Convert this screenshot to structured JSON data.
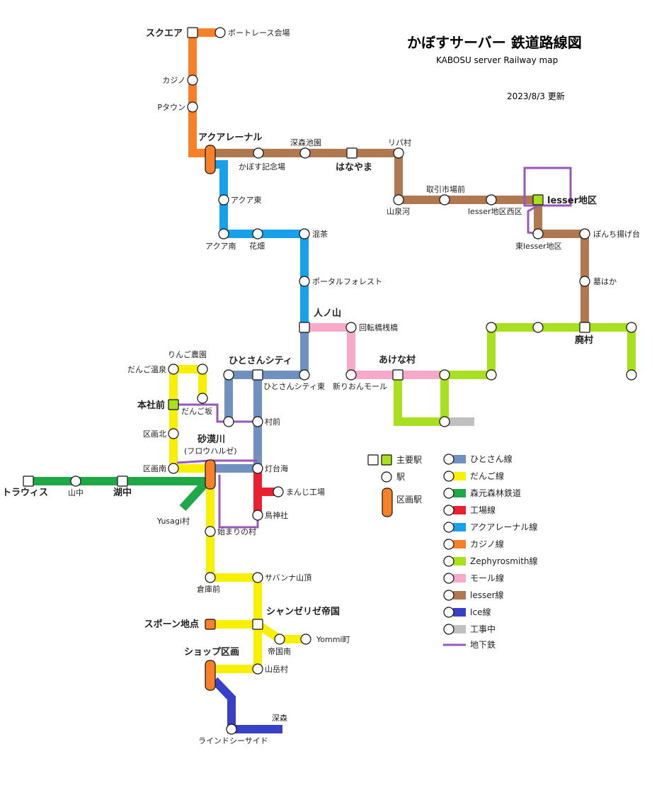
{
  "title": "かぼすサーバー 鉄道路線図",
  "subtitle": "KABOSU server Railway map",
  "updated": "2023/8/3 更新",
  "colors": {
    "hitosan": "#7090c0",
    "dango": "#f8f000",
    "shinrin": "#20a848",
    "kojo": "#e82030",
    "aqua": "#18a0e8",
    "casino": "#f88028",
    "zephyro": "#a8e020",
    "mall": "#f8a8c8",
    "lesser": "#b07850",
    "ice": "#3840c8",
    "construction": "#c0c0c0",
    "subway": "#9858b8"
  },
  "stations": {
    "square": "スクエア",
    "boatrace": "ボートレース会場",
    "casino": "カジノ",
    "ptown": "Pタウン",
    "aquarena": "アクアレーナル",
    "kabosu_kinen": "かぼす記念場",
    "fukamori_chien": "深森池園",
    "hanayama": "はなやま",
    "ripa": "リパ村",
    "sanizumi": "山泉河",
    "torihiki": "取引市場前",
    "lesser_nishi": "lesser地区西区",
    "lesser": "lesser地区",
    "higashi_lesser": "東lesser地区",
    "ponchi": "ぽんち揚げ台",
    "hakahaka": "墓はか",
    "haison": "廃村",
    "aqua_higashi": "アクア東",
    "aqua_minami": "アクア南",
    "hanabatake": "花畑",
    "kon": "混茶",
    "portal": "ポータルフォレスト",
    "hitonoyama": "人ノ山",
    "kaiten": "回転橋桟橋",
    "akena": "あけな村",
    "shinri_on": "新りおんモール",
    "hitosan_city": "ひとさんシティ",
    "hitosan_east": "ひとさんシティ東",
    "muramae": "村前",
    "toudaikai": "灯台海",
    "manji": "まんじ工場",
    "torijinja": "鳥神社",
    "ringo": "りんご農園",
    "dango_onsen": "だんご温泉",
    "honsha": "本社前",
    "dango_zaka": "だんご坂",
    "kukaku_kita": "区画北",
    "kukaku_minami": "区画南",
    "sabakugawa": "砂漠川",
    "sabakugawa_kana": "(フロウハルゼ)",
    "torawis": "トラウィス",
    "sannaka": "山中",
    "konaka": "湖中",
    "yusagi": "Yusagi村",
    "hajimari": "始まりの村",
    "kurako": "倉庫前",
    "savanna": "サバンナ山頂",
    "champs": "シャンゼリゼ帝国",
    "spawn": "スポーン地点",
    "teikoku_minami": "帝国南",
    "yommi": "Yommi町",
    "shop": "ショップ区画",
    "sangaku": "山岳村",
    "rindo": "ラインドシーサイド",
    "shinshin": "深森"
  },
  "legend": {
    "major": "主要駅",
    "station": "駅",
    "district": "区画駅",
    "lines": [
      {
        "label": "ひとさん線",
        "color": "#7090c0"
      },
      {
        "label": "だんご線",
        "color": "#f8f000"
      },
      {
        "label": "森元森林鉄道",
        "color": "#20a848"
      },
      {
        "label": "工場線",
        "color": "#e82030"
      },
      {
        "label": "アクアレーナル線",
        "color": "#18a0e8"
      },
      {
        "label": "カジノ線",
        "color": "#f88028"
      },
      {
        "label": "Zephyrosmith線",
        "color": "#a8e020"
      },
      {
        "label": "モール線",
        "color": "#f8a8c8"
      },
      {
        "label": "lesser線",
        "color": "#b07850"
      },
      {
        "label": "Ice線",
        "color": "#3840c8"
      },
      {
        "label": "工事中",
        "color": "#c0c0c0"
      }
    ],
    "subway": "地下鉄"
  }
}
